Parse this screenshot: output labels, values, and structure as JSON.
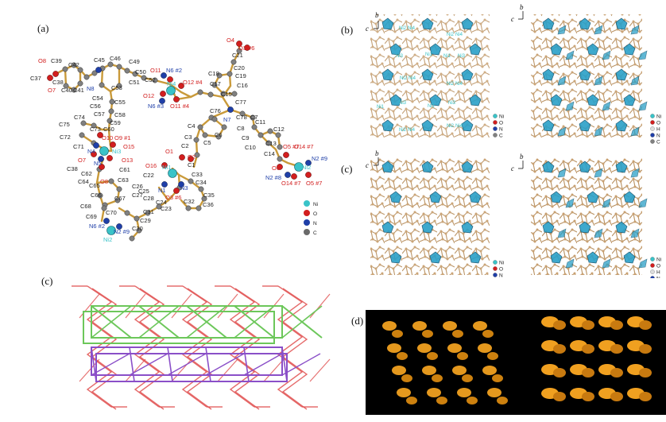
{
  "figure": {
    "panels": [
      {
        "id": "a",
        "label": "(a)"
      },
      {
        "id": "b",
        "label": "(b)"
      },
      {
        "id": "c_right",
        "label": "(c)"
      },
      {
        "id": "c_left",
        "label": "(c)"
      },
      {
        "id": "d",
        "label": "(d)"
      }
    ],
    "legend": {
      "ni": "Ni",
      "o": "O",
      "n": "N",
      "c": "C",
      "h": "H"
    },
    "axes": {
      "b": "b",
      "c": "c"
    },
    "colors": {
      "ni": "#39c3c8",
      "o": "#d21e1e",
      "n": "#1f3fa8",
      "c": "#808080",
      "bond": "#c99a3a",
      "poly": "#2aa0c8",
      "net_red": "#e05050",
      "net_green": "#6cc75a",
      "net_purple": "#8a4fc8",
      "map_bg": "#000000",
      "map_fg": "#f0a020"
    },
    "atom_labels": {
      "o8": "O8",
      "c39": "C39",
      "c42": "C42",
      "c45": "C45",
      "c46": "C46",
      "c49": "C49",
      "c37": "C37",
      "c38": "C38",
      "o7": "O7",
      "c40": "C40",
      "c41": "C41",
      "c43": "C43",
      "c44": "C44",
      "n8": "N8",
      "c47": "C47",
      "c48": "C48",
      "c50": "C50",
      "c51": "C51",
      "c53": "C53",
      "c52": "C52",
      "o11": "O11",
      "n6_2": "N6 #2",
      "ni4": "Ni4",
      "o12_4": "O12 #4",
      "o12": "O12",
      "n6_3": "N6 #3",
      "o11_4": "O11 #4",
      "o4": "O4",
      "o3_6": "O3 #6",
      "c21": "C21",
      "c20": "C20",
      "c18": "C18",
      "c19": "C19",
      "c17": "C17",
      "c16": "C16",
      "c15": "C15",
      "c77": "C77",
      "c54": "C54",
      "c55": "C55",
      "c56": "C56",
      "c57": "C57",
      "c58": "C58",
      "c59": "C59",
      "c60": "C60",
      "c75": "C75",
      "c74": "C74",
      "c73": "C73",
      "c72": "C72",
      "c71": "C71",
      "n4": "N4",
      "ni3": "Ni3",
      "o10": "O10",
      "o9_1": "O9 #1",
      "o15": "O15",
      "o13": "O13",
      "o7b": "O7",
      "n5": "N5",
      "c38b": "C38",
      "c62": "C62",
      "c61": "C61",
      "c63": "C63",
      "c64": "C64",
      "c65": "C65",
      "o8b": "O8",
      "c66": "C66",
      "c67": "C67",
      "c68": "C68",
      "c69": "C69",
      "c70": "C70",
      "n6_2b": "N6 #2",
      "n2_9": "N2 #9",
      "c30": "C30",
      "c29": "C29",
      "ni2": "Ni2",
      "c76": "C76",
      "n7": "N7",
      "c78": "C78",
      "c4": "C4",
      "c3": "C3",
      "c5": "C5",
      "c6": "C6",
      "c2": "C2",
      "o1": "O1",
      "o2": "O2",
      "c1": "C1",
      "o16": "O16",
      "ni1": "Ni1",
      "n3": "N3",
      "c33": "C33",
      "c34": "C34",
      "c35": "C35",
      "c36": "C36",
      "c32": "C32",
      "o3_6b": "O3 #6",
      "c22": "C22",
      "n1": "N1",
      "c26": "C26",
      "c25": "C25",
      "c27": "C27",
      "c28": "C28",
      "c24": "C24",
      "c23": "C23",
      "c31": "C31",
      "c11": "C11",
      "c12": "C12",
      "c10": "C10",
      "c9": "C9",
      "c8": "C8",
      "c7": "C7",
      "c13": "C13",
      "c14": "C14",
      "c5b": "C5",
      "o5_7": "O5 #7",
      "o14_7": "O14 #7",
      "ni2b": "Ni2",
      "n2_9b": "N2 #9",
      "o6": "O6",
      "n2_8": "N2 #8",
      "o14_7b": "O14 #7",
      "o5_7b": "O5 #7"
    },
    "b_labels": {
      "ni2a": "Ni2",
      "ni4a": "Ni4",
      "ni2b": "Ni2",
      "ni4b": "Ni4",
      "ni3a": "Ni3",
      "ni1a": "Ni1",
      "ni3b": "Ni3",
      "ni1b": "Ni1",
      "ni2c": "Ni2",
      "ni4c": "Ni4",
      "ni2d": "Ni2",
      "ni4d": "Ni4",
      "ni1c": "Ni1",
      "ni3c": "Ni3",
      "ni1d": "Ni1",
      "ni3d": "Ni3",
      "ni2e": "Ni2",
      "ni4e": "Ni4",
      "ni2f": "Ni2",
      "ni4f": "Ni4"
    }
  }
}
